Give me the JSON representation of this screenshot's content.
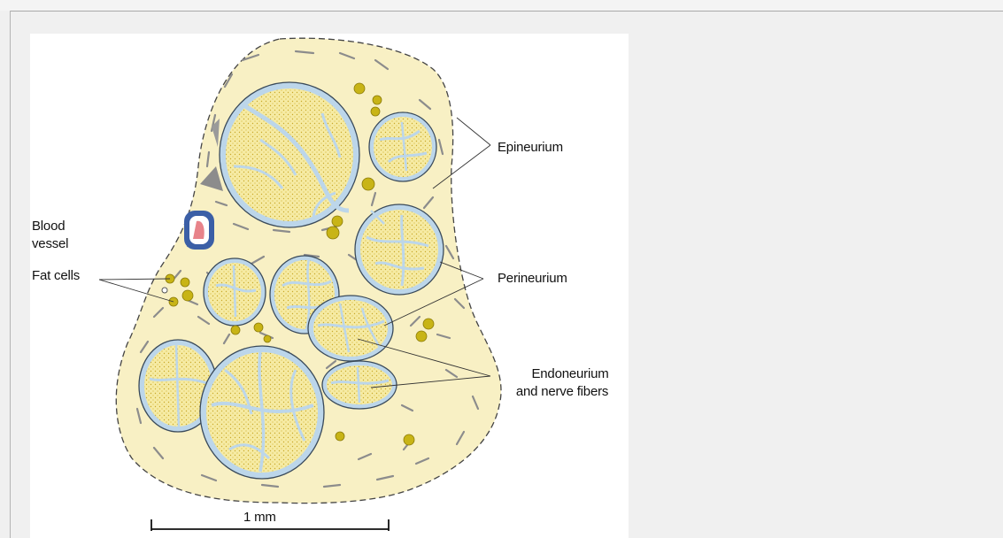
{
  "labels": {
    "epineurium": "Epineurium",
    "blood_vessel_line1": "Blood",
    "blood_vessel_line2": "vessel",
    "fat_cells": "Fat cells",
    "perineurium": "Perineurium",
    "endoneurium_line1": "Endoneurium",
    "endoneurium_line2": "and nerve fibers",
    "scale_bar": "1 mm"
  },
  "colors": {
    "page_background": "#f0f0f0",
    "figure_background": "#ffffff",
    "epineurium_fill": "#f8f0c4",
    "fascicle_fill": "#f6eba4",
    "perineurium_ring": "#bcd6ea",
    "fascicle_outline": "#3a4a5a",
    "fat_cell": "#c8b416",
    "fat_cell_outline": "#8a7a08",
    "connective_strands": "#8c8c8c",
    "vessel_wall": "#3b5fa6",
    "vessel_lumen": "#e8838a"
  }
}
